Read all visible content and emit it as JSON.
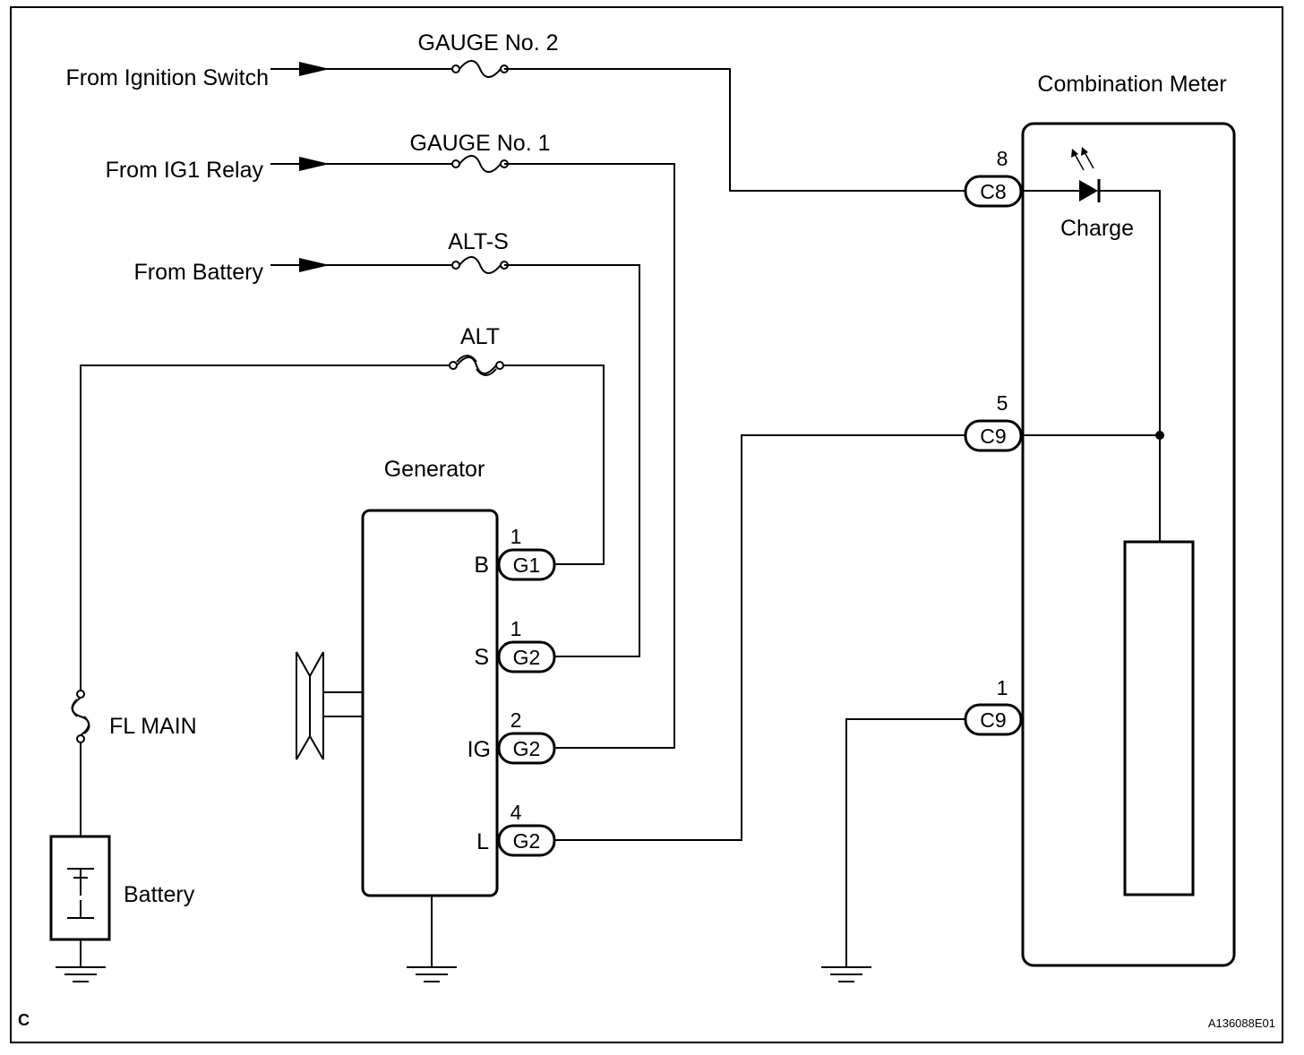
{
  "labels": {
    "from_ignition_switch": "From Ignition Switch",
    "from_ig1_relay": "From IG1 Relay",
    "from_battery": "From Battery",
    "combination_meter": "Combination Meter",
    "charge": "Charge",
    "generator": "Generator",
    "fl_main": "FL MAIN",
    "battery": "Battery"
  },
  "fuses": {
    "gauge2": "GAUGE No. 2",
    "gauge1": "GAUGE No. 1",
    "alts": "ALT-S",
    "alt": "ALT"
  },
  "generator_terminals": [
    {
      "name": "B",
      "pin": "1",
      "connector": "G1"
    },
    {
      "name": "S",
      "pin": "1",
      "connector": "G2"
    },
    {
      "name": "IG",
      "pin": "2",
      "connector": "G2"
    },
    {
      "name": "L",
      "pin": "4",
      "connector": "G2"
    }
  ],
  "meter_connectors": [
    {
      "pin": "8",
      "connector": "C8"
    },
    {
      "pin": "5",
      "connector": "C9"
    },
    {
      "pin": "1",
      "connector": "C9"
    }
  ],
  "corner_mark": "C",
  "figure_code": "A136088E01"
}
